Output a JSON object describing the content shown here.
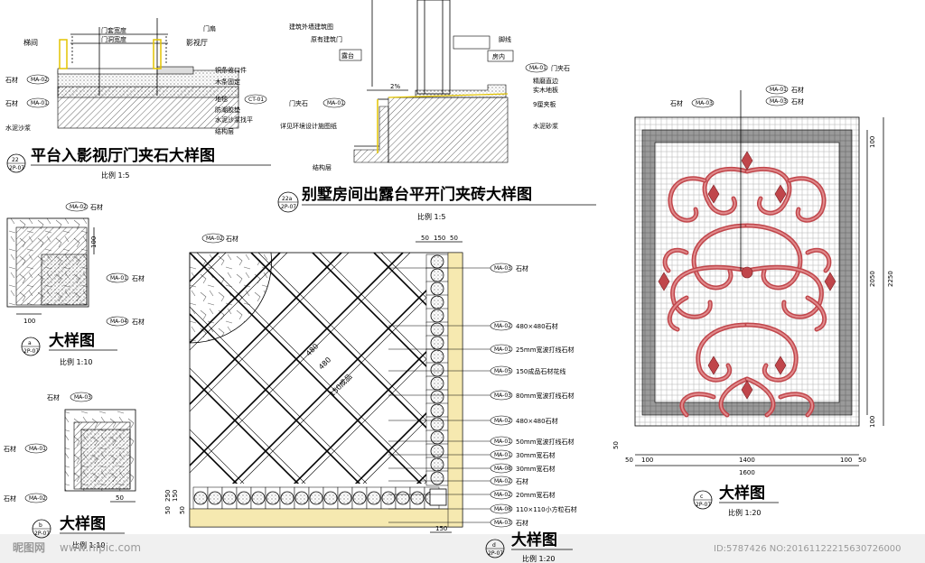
{
  "panel_22": {
    "title": "平台入影视厅门夹石大样图",
    "scale": "比例 1:5",
    "num": "22",
    "sheet": "2P-07",
    "labels": {
      "stair": "梯间",
      "cinema": "影视厅",
      "door_leaf": "门扇",
      "door_jamb_width": "门套宽度",
      "door_opening_width": "门洞宽度",
      "stone1": "石材",
      "stone2": "石材",
      "cement_mortar": "水泥沙浆",
      "copper_strip": "铜条收口件",
      "wood_strip": "木条固定",
      "carpet": "地毯",
      "moisture_pad": "防潮胶垫",
      "cement_level": "水泥沙浆找平",
      "structure": "结构层",
      "ma02": "MA-02",
      "ma01": "MA-01",
      "ct01": "CT-01"
    }
  },
  "panel_22a": {
    "title": "别墅房间出露台平开门夹砖大样图",
    "scale": "比例 1:5",
    "num": "22a",
    "sheet": "2P-07",
    "labels": {
      "wall_line": "建筑外墙建筑图",
      "orig_door": "原有建筑门",
      "balcony": "露台",
      "room": "房内",
      "skirting": "脚线",
      "slope": "2%",
      "door_stone": "门夹石",
      "door_stone_left": "门夹石",
      "polished_edge": "精磨直边",
      "wood_floor": "实木地板",
      "plywood": "9厘夹板",
      "cement_mortar": "水泥砂浆",
      "see_landscape": "详见环境设计施图纸",
      "structure": "结构层",
      "ma01": "MA-01"
    }
  },
  "panel_a": {
    "title": "大样图",
    "scale": "比例 1:10",
    "mark": "a",
    "sheet": "2P-07",
    "stone_top": "石材",
    "stone_mid": "石材",
    "stone_bottom": "石材",
    "ma02": "MA-02",
    "ma01": "MA-01",
    "ma04": "MA-04",
    "dim1": "100",
    "dim2": "100"
  },
  "panel_b": {
    "title": "大样图",
    "scale": "比例 1:10",
    "mark": "b",
    "sheet": "2P-07",
    "stone_top": "石材",
    "stone_left": "石材",
    "stone_bottom": "石材",
    "ma03": "MA-03",
    "ma01": "MA-01",
    "ma02": "MA-02",
    "dim": "50"
  },
  "panel_d": {
    "title": "大样图",
    "scale": "比例 1:20",
    "mark": "d",
    "sheet": "2P-07",
    "top_label": "石材",
    "top_tag": "MA-02",
    "top_dims": [
      "50",
      "150",
      "50"
    ],
    "left_dims": [
      "250",
      "50",
      "150",
      "50"
    ],
    "bottom_dim": "150",
    "dim_a": "480",
    "dim_b": "480",
    "dim_c": "150成品",
    "callouts": [
      {
        "tag": "MA-03",
        "text": "石材"
      },
      {
        "tag": "MA-02",
        "text": "480×480石材"
      },
      {
        "tag": "MA-01",
        "text": "25mm宽波打线石材"
      },
      {
        "tag": "MA-05",
        "text": "150成品石材花线"
      },
      {
        "tag": "MA-03",
        "text": "80mm宽波打线石材"
      },
      {
        "tag": "MA-02",
        "text": "480×480石材"
      },
      {
        "tag": "MA-01",
        "text": "50mm宽波打线石材"
      },
      {
        "tag": "MA-01",
        "text": "30mm宽石材"
      },
      {
        "tag": "MA-08",
        "text": "30mm宽石材"
      },
      {
        "tag": "MA-02",
        "text": "石材"
      },
      {
        "tag": "MA-02",
        "text": "20mm宽石材"
      },
      {
        "tag": "MA-08",
        "text": "110×110小方粒石材"
      },
      {
        "tag": "MA-03",
        "text": "石材"
      }
    ]
  },
  "panel_c": {
    "title": "大样图",
    "scale": "比例 1:20",
    "mark": "c",
    "sheet": "2P-07",
    "top_label": "石材",
    "top_tag_left": "MA-03",
    "top_tag_right": "MA-01",
    "top_label_right": "石材",
    "dims_bottom": [
      "50",
      "100",
      "1400",
      "100",
      "50"
    ],
    "dim_total": "1600",
    "dims_right": [
      "100",
      "2050",
      "100"
    ],
    "dim_right_total": "2250",
    "dim_left": "50"
  },
  "watermark": {
    "logo": "昵图网",
    "url": "www.nipic.com",
    "id": "ID:5787426 NO:20161122215630726000"
  },
  "colors": {
    "ornament": "#c0464b",
    "ornament_light": "#e08a8c",
    "border_dark": "#8a8a8a",
    "grid": "#bdbdbd"
  }
}
